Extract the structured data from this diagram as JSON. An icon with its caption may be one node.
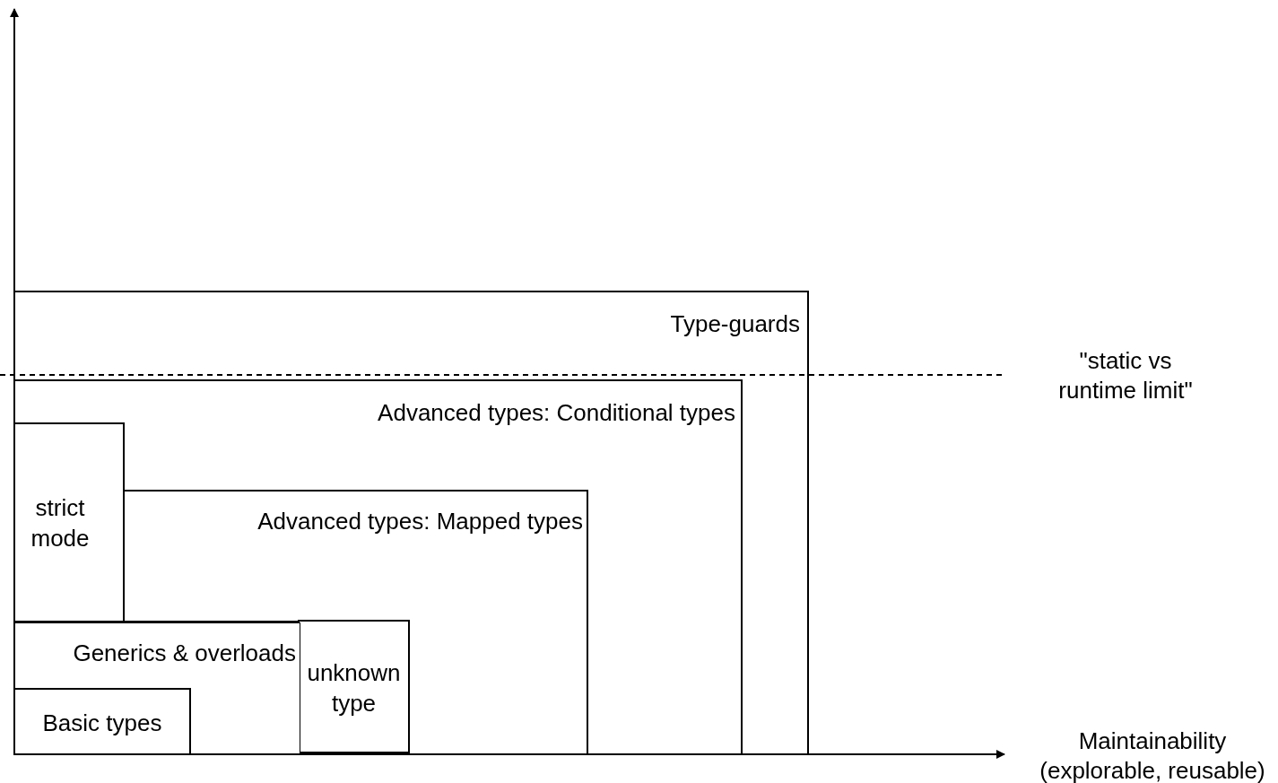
{
  "diagram": {
    "nodes": [
      {
        "text": [
          "Type-guards"
        ]
      },
      {
        "text": [
          "Advanced types: Conditional types"
        ],
        "in": 0
      },
      {
        "text": [
          "strict mode"
        ],
        "in": 1
      },
      {
        "text": [
          "Advanced types: Mapped types"
        ],
        "in": 1
      },
      {
        "text": [
          "unknown type"
        ],
        "in": 3
      },
      {
        "text": [
          "Generics & overloads"
        ],
        "in": 1
      },
      {
        "text": [
          "Basic types"
        ],
        "in": 5
      }
    ],
    "edges": [],
    "labels": [
      "\"static vs runtime limit\"",
      "Maintainability (explorable, reusable)"
    ]
  }
}
